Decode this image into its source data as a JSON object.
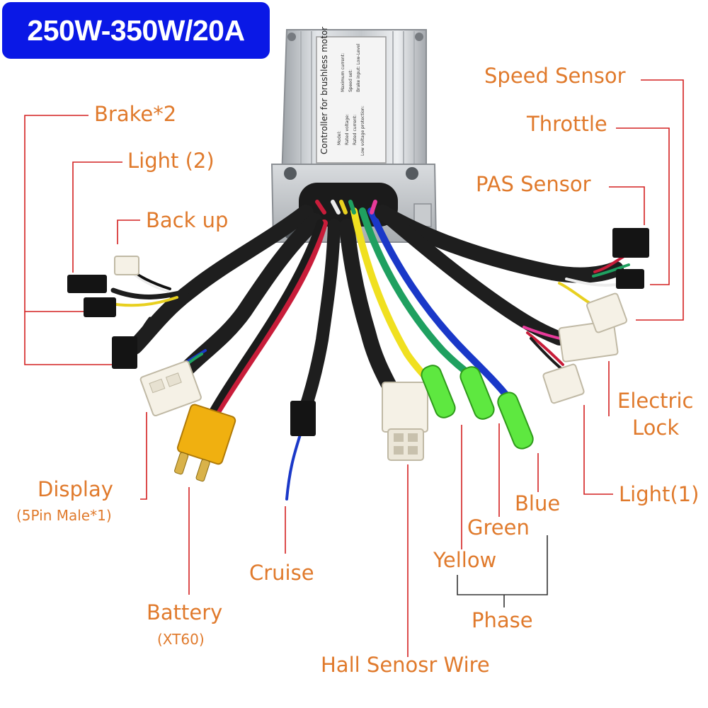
{
  "badge": {
    "text": "250W-350W/20A"
  },
  "controller": {
    "header": "Controller for brushless motor",
    "specs_left": [
      "Model:",
      "Rated voltage:",
      "Rated current:",
      "Low voltage protection:"
    ],
    "specs_right": [
      "Maximum current:",
      "Speed set:",
      "Brake input: Low-Level"
    ]
  },
  "labels": {
    "speed_sensor": "Speed Sensor",
    "throttle": "Throttle",
    "pas_sensor": "PAS Sensor",
    "brake": "Brake*2",
    "light2": "Light (2)",
    "backup": "Back up",
    "electric_lock_1": "Electric",
    "electric_lock_2": "Lock",
    "light1": "Light(1)",
    "display": "Display",
    "display_sub": "(5Pin Male*1)",
    "blue": "Blue",
    "green": "Green",
    "yellow": "Yellow",
    "phase": "Phase",
    "cruise": "Cruise",
    "battery": "Battery",
    "battery_sub": "(XT60)",
    "hall": "Hall Senosr Wire"
  },
  "colors": {
    "badge_bg": "#0a18e6",
    "label_text": "#e07a2c",
    "leader_line": "#d42020",
    "phase_bracket": "#333333",
    "phase_yellow": "#f0e020",
    "phase_green": "#1fa060",
    "phase_blue": "#1a38c8",
    "connector_green": "#5ee840",
    "xt60": "#f0b010"
  },
  "icons": [
    "controller-box",
    "xt60-connector",
    "hall-connector",
    "phase-bullet-connector",
    "jst-connector",
    "brake-connector"
  ]
}
